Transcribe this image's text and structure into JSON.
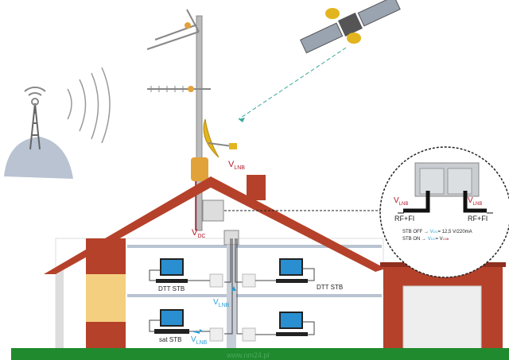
{
  "labels": {
    "vlnb_antenna": "V",
    "vlnb_sub": "LNB",
    "vdc": "V",
    "vdc_sub": "DC",
    "dtt_stb_left": "DTT STB",
    "dtt_stb_right": "DTT STB",
    "sat_stb": "sat STB",
    "vlnb_riser": "V",
    "vlnb_riser_sub": "LNB",
    "vlnb_sat": "V",
    "vlnb_sat_sub": "LNB"
  },
  "detail": {
    "vlnb_left": "V",
    "vlnb_left_sub": "LNB",
    "vlnb_right": "V",
    "vlnb_right_sub": "LNB",
    "rf_left": "RF+FI",
    "rf_right": "RF+FI",
    "stb_off": "STB OFF",
    "stb_off_v": "V",
    "stb_off_sub": "DC",
    "stb_off_val": "= 12,5 V/220mA",
    "stb_on": "STB ON",
    "stb_on_v": "V",
    "stb_on_sub": "DC",
    "stb_on_eq": "= V",
    "stb_on_eq_sub": "LNB"
  },
  "watermark": "www.nm24.pl",
  "colors": {
    "red": "#b5162b",
    "blue": "#2a9fd6",
    "brick": "#b5412a",
    "ground": "#1f8a2e"
  }
}
